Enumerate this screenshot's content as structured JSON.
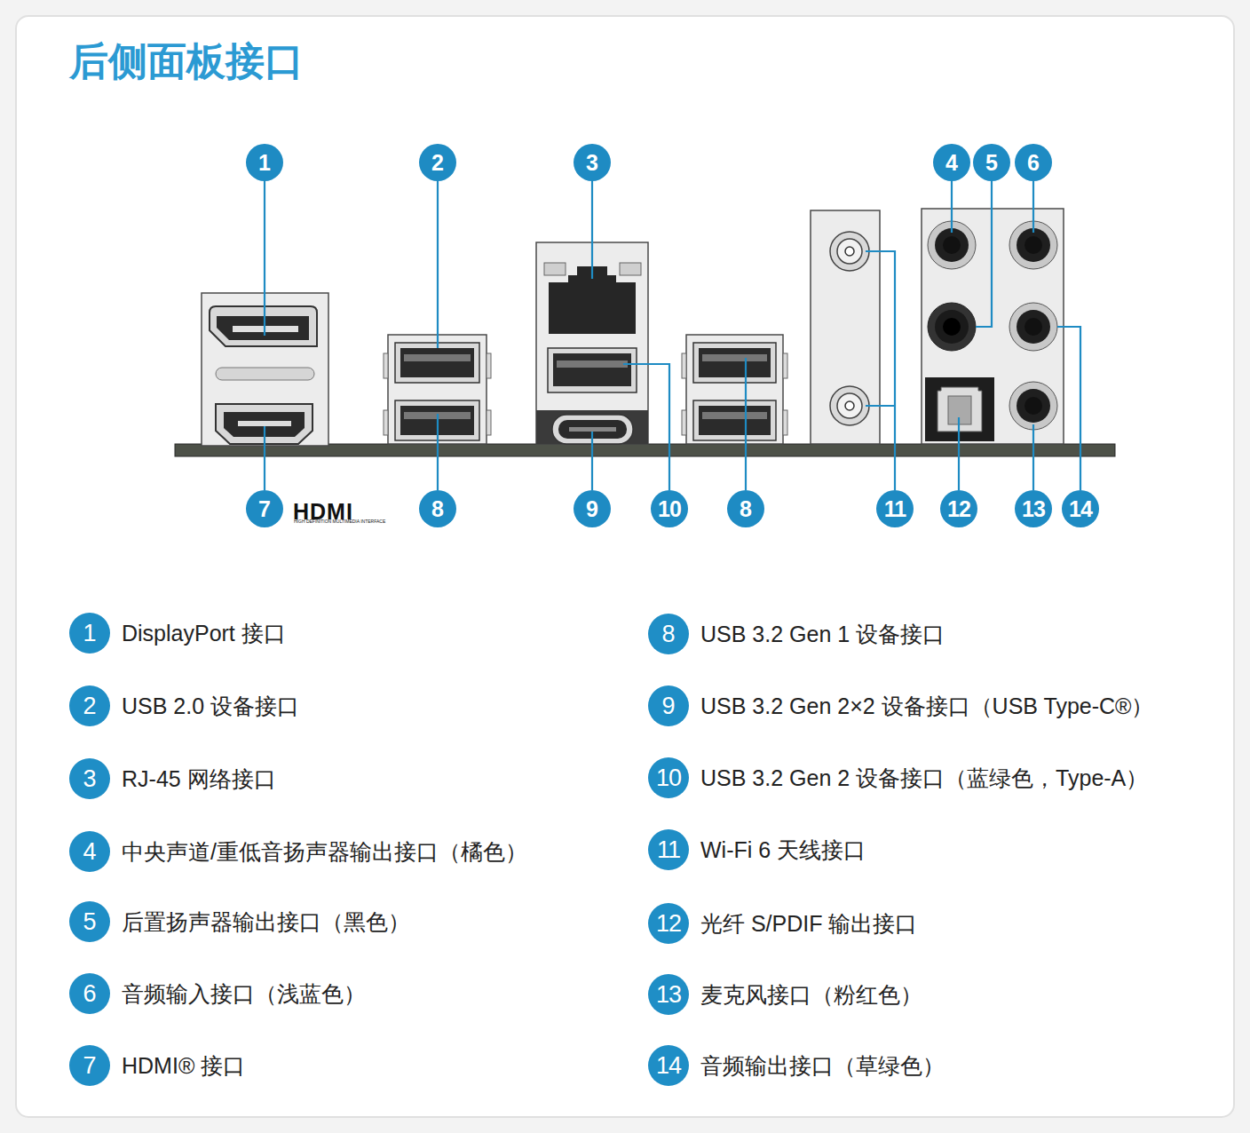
{
  "diagram": {
    "title": "后侧面板接口",
    "nodes": [
      {
        "text": [
          "1"
        ]
      },
      {
        "text": [
          "2"
        ]
      },
      {
        "text": [
          "3"
        ]
      },
      {
        "text": [
          "4"
        ]
      },
      {
        "text": [
          "5"
        ]
      },
      {
        "text": [
          "6"
        ]
      },
      {
        "text": [
          "7"
        ]
      },
      {
        "text": [
          "8"
        ]
      },
      {
        "text": [
          "9"
        ]
      },
      {
        "text": [
          "10"
        ]
      },
      {
        "text": [
          "8"
        ]
      },
      {
        "text": [
          "11"
        ]
      },
      {
        "text": [
          "12"
        ]
      },
      {
        "text": [
          "13"
        ]
      },
      {
        "text": [
          "14"
        ]
      },
      {
        "text": [
          "1"
        ]
      },
      {
        "text": [
          "2"
        ]
      },
      {
        "text": [
          "3"
        ]
      },
      {
        "text": [
          "4"
        ]
      },
      {
        "text": [
          "5"
        ]
      },
      {
        "text": [
          "6"
        ]
      },
      {
        "text": [
          "7"
        ]
      },
      {
        "text": [
          "8"
        ]
      },
      {
        "text": [
          "9"
        ]
      },
      {
        "text": [
          "10"
        ]
      },
      {
        "text": [
          "11"
        ]
      },
      {
        "text": [
          "12"
        ]
      },
      {
        "text": [
          "13"
        ]
      },
      {
        "text": [
          "14"
        ]
      }
    ],
    "labels": [
      "HDMI",
      "HIGH DEFINITION MULTIMEDIA INTERFACE",
      "DisplayPort 接口",
      "USB 2.0 设备接口",
      "RJ-45 网络接口",
      "中央声道/重低音扬声器输出接口（橘色）",
      "后置扬声器输出接口（黑色）",
      "音频输入接口（浅蓝色）",
      "HDMI® 接口",
      "USB 3.2 Gen 1 设备接口",
      "USB 3.2 Gen 2×2 设备接口（USB Type-C®）",
      "USB 3.2 Gen 2 设备接口（蓝绿色，Type-A）",
      "Wi-Fi 6 天线接口",
      "光纤 S/PDIF 输出接口",
      "麦克风接口（粉红色）",
      "音频输出接口（草绿色）"
    ]
  }
}
